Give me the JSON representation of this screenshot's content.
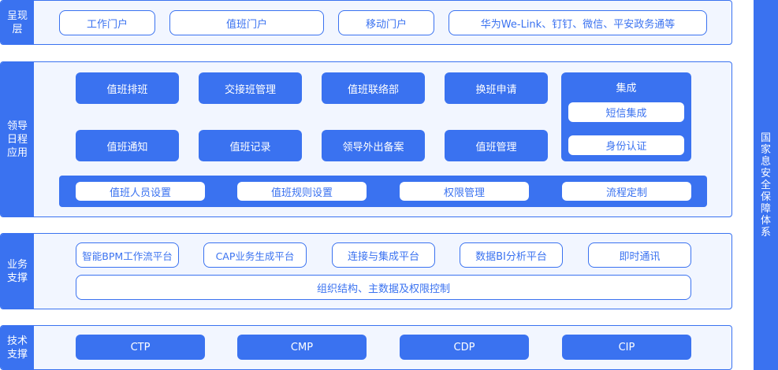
{
  "presentation": {
    "label": "呈现层",
    "items": [
      "工作门户",
      "值班门户",
      "移动门户",
      "华为We-Link、钉钉、微信、平安政务通等"
    ]
  },
  "application": {
    "label": "领导日程应用",
    "row1": [
      "值班排班",
      "交接班管理",
      "值班联络部",
      "换班申请"
    ],
    "row2": [
      "值班通知",
      "值班记录",
      "领导外出备案",
      "值班管理"
    ],
    "integration": {
      "title": "集成",
      "items": [
        "短信集成",
        "身份认证"
      ]
    },
    "settings": [
      "值班人员设置",
      "值班规则设置",
      "权限管理",
      "流程定制"
    ]
  },
  "business": {
    "label": "业务支撑",
    "items": [
      "智能BPM工作流平台",
      "CAP业务生成平台",
      "连接与集成平台",
      "数据BI分析平台",
      "即时通讯"
    ],
    "footer": "组织结构、主数据及权限控制"
  },
  "tech": {
    "label": "技术支撑",
    "items": [
      "CTP",
      "CMP",
      "CDP",
      "CIP"
    ]
  },
  "sidebar": {
    "label": "国家息安全保障体系"
  }
}
